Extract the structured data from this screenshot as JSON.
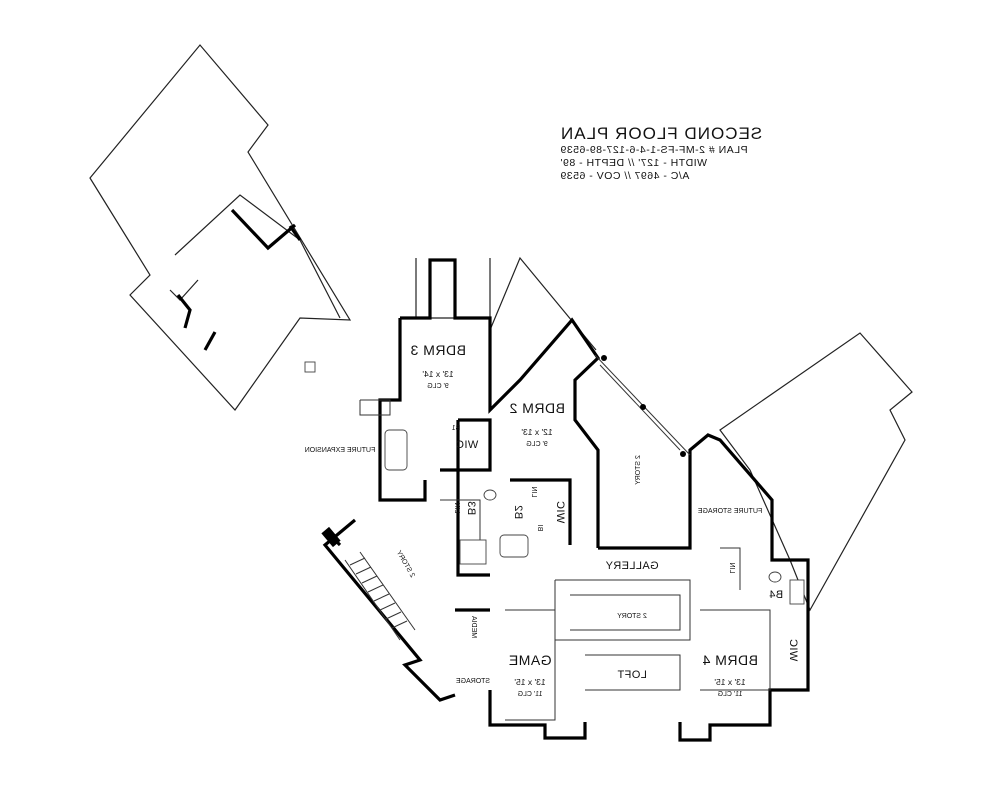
{
  "title": {
    "main": "SECOND FLOOR PLAN",
    "line1": "PLAN # 2-MF-FS-1-4-6-127-89-6539",
    "line2": "WIDTH - 127' // DEPTH - 89'",
    "line3": "A/C - 4697 // COV - 6539"
  },
  "rooms": {
    "bdrm3": {
      "name": "BDRM 3",
      "size": "13' x 14'",
      "clg": "9' CLG"
    },
    "bdrm2": {
      "name": "BDRM 2",
      "size": "12' x 13'",
      "clg": "9' CLG"
    },
    "game": {
      "name": "GAME",
      "size": "13' x 15'",
      "clg": "11' CLG"
    },
    "bdrm4": {
      "name": "BDRM 4",
      "size": "13' x 15'",
      "clg": "11' CLG"
    },
    "loft": {
      "name": "LOFT"
    },
    "gallery": {
      "name": "GALLERY"
    },
    "future_expansion": {
      "name": "FUTURE EXPANSION"
    },
    "future_storage": {
      "name": "FUTURE STORAGE"
    },
    "two_story_a": {
      "name": "2 STORY"
    },
    "two_story_b": {
      "name": "2 STORY"
    },
    "two_story_c": {
      "name": "2 STORY"
    },
    "wic": {
      "name": "WIC"
    },
    "wic2": {
      "name": "WIC"
    },
    "wic4": {
      "name": "WIC"
    },
    "b2": {
      "name": "B2"
    },
    "b3": {
      "name": "B3"
    },
    "b4": {
      "name": "B4"
    },
    "lin_a": {
      "name": "LIN"
    },
    "lin_b": {
      "name": "LIN"
    },
    "lin_c": {
      "name": "LIN"
    },
    "b1": {
      "name": "B1"
    },
    "bi": {
      "name": "BI"
    },
    "media": {
      "name": "MEDIA"
    },
    "storage": {
      "name": "STORAGE"
    }
  }
}
